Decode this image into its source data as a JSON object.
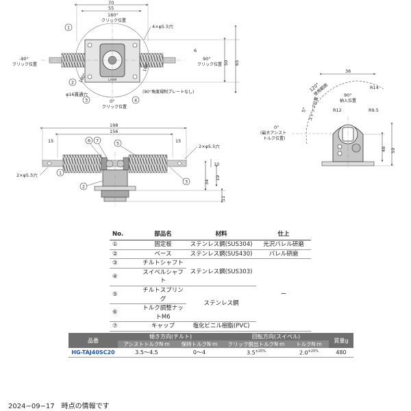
{
  "drawing": {
    "top_view": {
      "dim_70": "70",
      "dim_55": "55",
      "click_180": "180°",
      "click_180_label": "クリック位置",
      "holes_4": "4×φ5.5穴",
      "click_m90": "-90°",
      "click_m90_label": "クリック位置",
      "click_90": "90°",
      "click_90_label": "クリック位置",
      "dim_6": "6",
      "dim_50": "50",
      "dim_65": "65",
      "rot_180": "180°",
      "rot_180b": "180°",
      "bore": "φ16貫通穴",
      "click_0": "0°",
      "click_0_label": "クリック位置",
      "plate_note": "(90°角度規制プレートなし)",
      "callout_1": "1",
      "callout_2": "2",
      "callout_3": "3",
      "callout_4": "4",
      "logo": "LAMP"
    },
    "side_view": {
      "dim_36": "36",
      "range_120": "120°",
      "range_label": "使用範囲",
      "dim_r14": "R14",
      "stock_90": "90°",
      "stock_label": "納入位置",
      "dim_r12": "R12",
      "dim_r95": "R9.5",
      "stop_5": "5°",
      "stop_label": "ストップ位置",
      "assist_0": "0°",
      "assist_label1": "(最大アシスト",
      "assist_label2": "トルク位置)",
      "dim_48": "48",
      "dim_59": "59"
    },
    "front_view": {
      "dim_198": "198",
      "dim_156": "156",
      "dim_15a": "15",
      "dim_15b": "15",
      "holes_right": "2×φ5.5穴",
      "holes_left": "2×φ5.5穴",
      "dim_10": "10",
      "dim_19": "19",
      "dim_34": "34",
      "dim_11": "11",
      "callout_1": "1",
      "callout_2": "2",
      "callout_3": "3",
      "callout_5": "5",
      "callout_6": "6",
      "callout_7": "7"
    }
  },
  "parts_table": {
    "headers": {
      "no": "No.",
      "name": "部品名",
      "material": "材料",
      "finish": "仕上"
    },
    "rows": [
      {
        "no": "①",
        "name": "固定板",
        "material": "ステンレス鋼(SUS304)",
        "finish": "光沢バレル研磨"
      },
      {
        "no": "②",
        "name": "ベース",
        "material": "ステンレス鋼(SUS430)",
        "finish": "バレル研磨"
      },
      {
        "no": "③",
        "name": "チルトシャフト"
      },
      {
        "no": "④",
        "name": "スイベルシャフト"
      },
      {
        "no": "⑤",
        "name": "チルトスプリング"
      },
      {
        "no": "⑥",
        "name": "トルク調整ナットM6"
      },
      {
        "no": "⑦",
        "name": "キャップ",
        "material": "塩化ビニル樹脂(PVC)"
      }
    ],
    "material_34": "ステンレス鋼(SUS303)",
    "material_56": "ステンレス鋼",
    "finish_rest": "ー"
  },
  "spec_table": {
    "model_header": "品番",
    "tilt_header": "傾き方向(チルト)",
    "swivel_header": "回転方向(スイベル)",
    "mass_header": "質量g",
    "assist": "アシストトルクN·m",
    "hold": "保持トルクN·m",
    "click": "クリック脱出トルクN·m",
    "torque": "トルクN·m",
    "row": {
      "model": "HG-TAJ40SC20",
      "assist": "3.5〜4.5",
      "hold": "0〜4",
      "click": "3.5",
      "click_tol": "±20%",
      "torque": "2.0",
      "torque_tol": "±20%",
      "mass": "480"
    }
  },
  "footer": {
    "date_note": "2024−09−17　時点の情報です"
  }
}
